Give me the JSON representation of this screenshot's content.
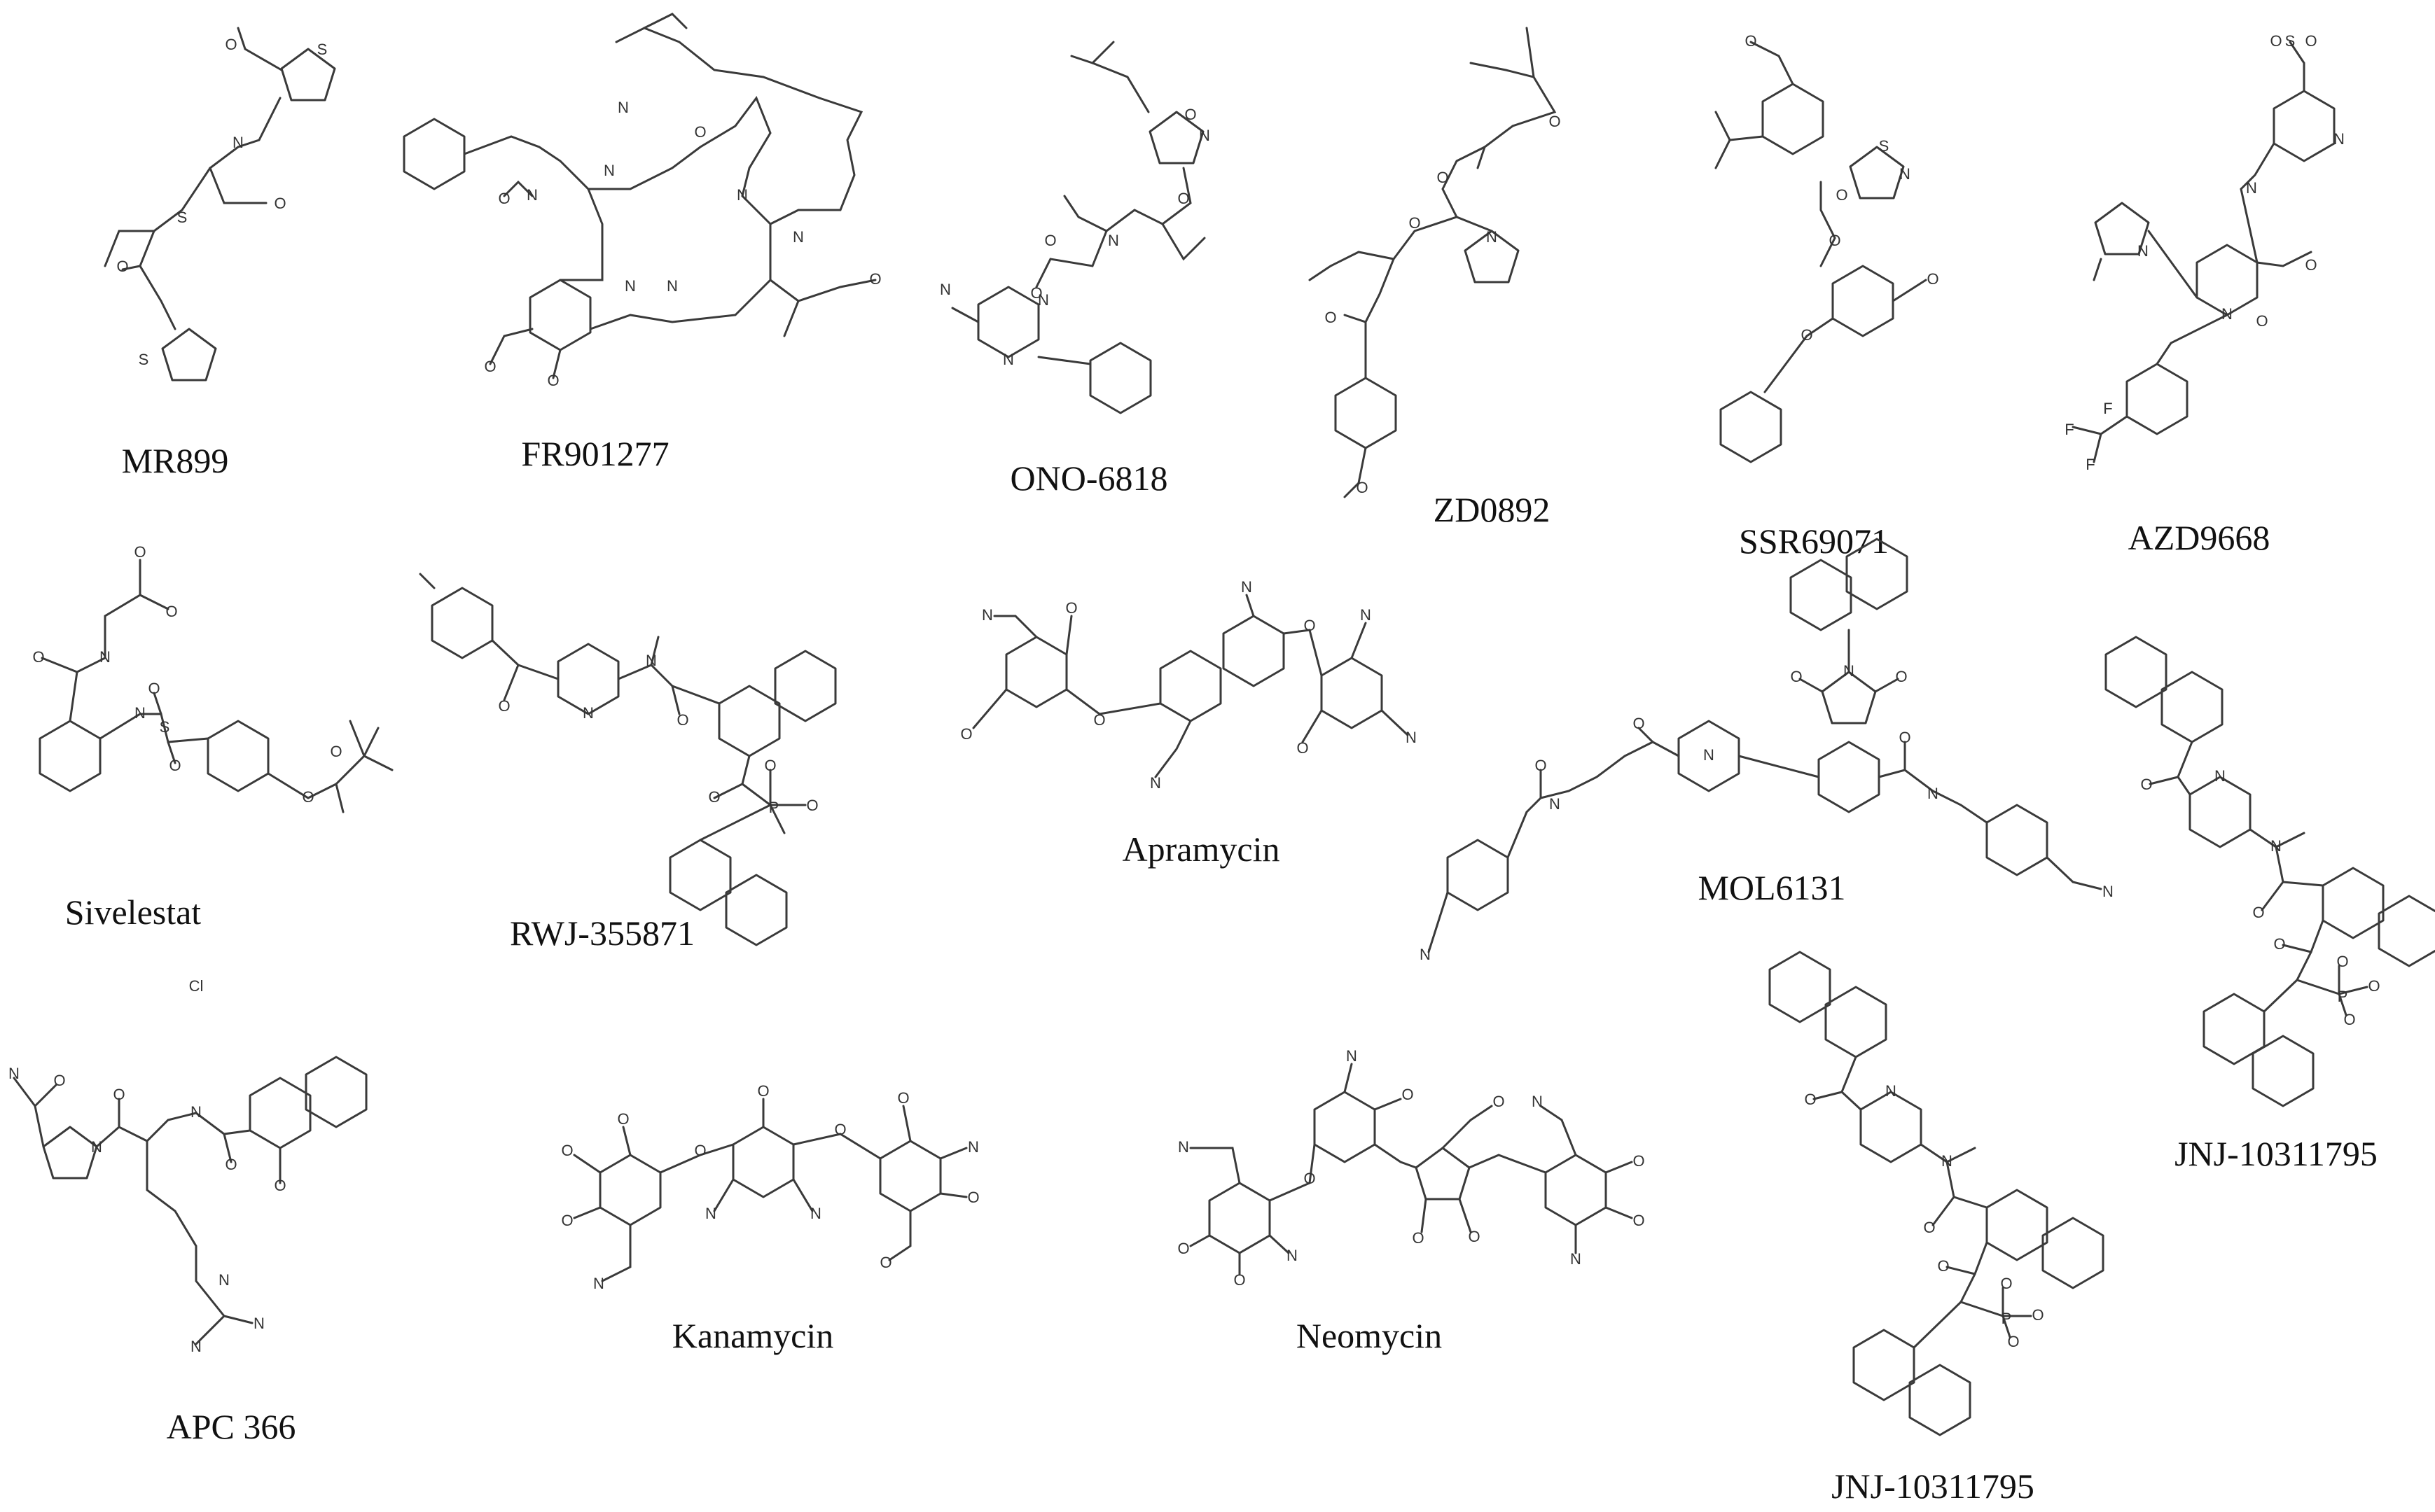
{
  "compounds": [
    {
      "name": "MR899"
    },
    {
      "name": "FR901277"
    },
    {
      "name": "ONO-6818"
    },
    {
      "name": "ZD0892"
    },
    {
      "name": "SSR69071"
    },
    {
      "name": "AZD9668"
    },
    {
      "name": "Sivelestat"
    },
    {
      "name": "RWJ-355871"
    },
    {
      "name": "Apramycin"
    },
    {
      "name": "MOL6131"
    },
    {
      "name": "JNJ-10311795"
    },
    {
      "name": "APC 366"
    },
    {
      "name": "Kanamycin"
    },
    {
      "name": "Neomycin"
    },
    {
      "name": "JNJ-10311795"
    }
  ],
  "atoms": {
    "s": "S",
    "o": "O",
    "n": "N",
    "nh": "N",
    "f": "F",
    "p": "P",
    "cl": "Cl"
  },
  "colors": {
    "bond": "#3a3a3a",
    "label": "#111111"
  }
}
